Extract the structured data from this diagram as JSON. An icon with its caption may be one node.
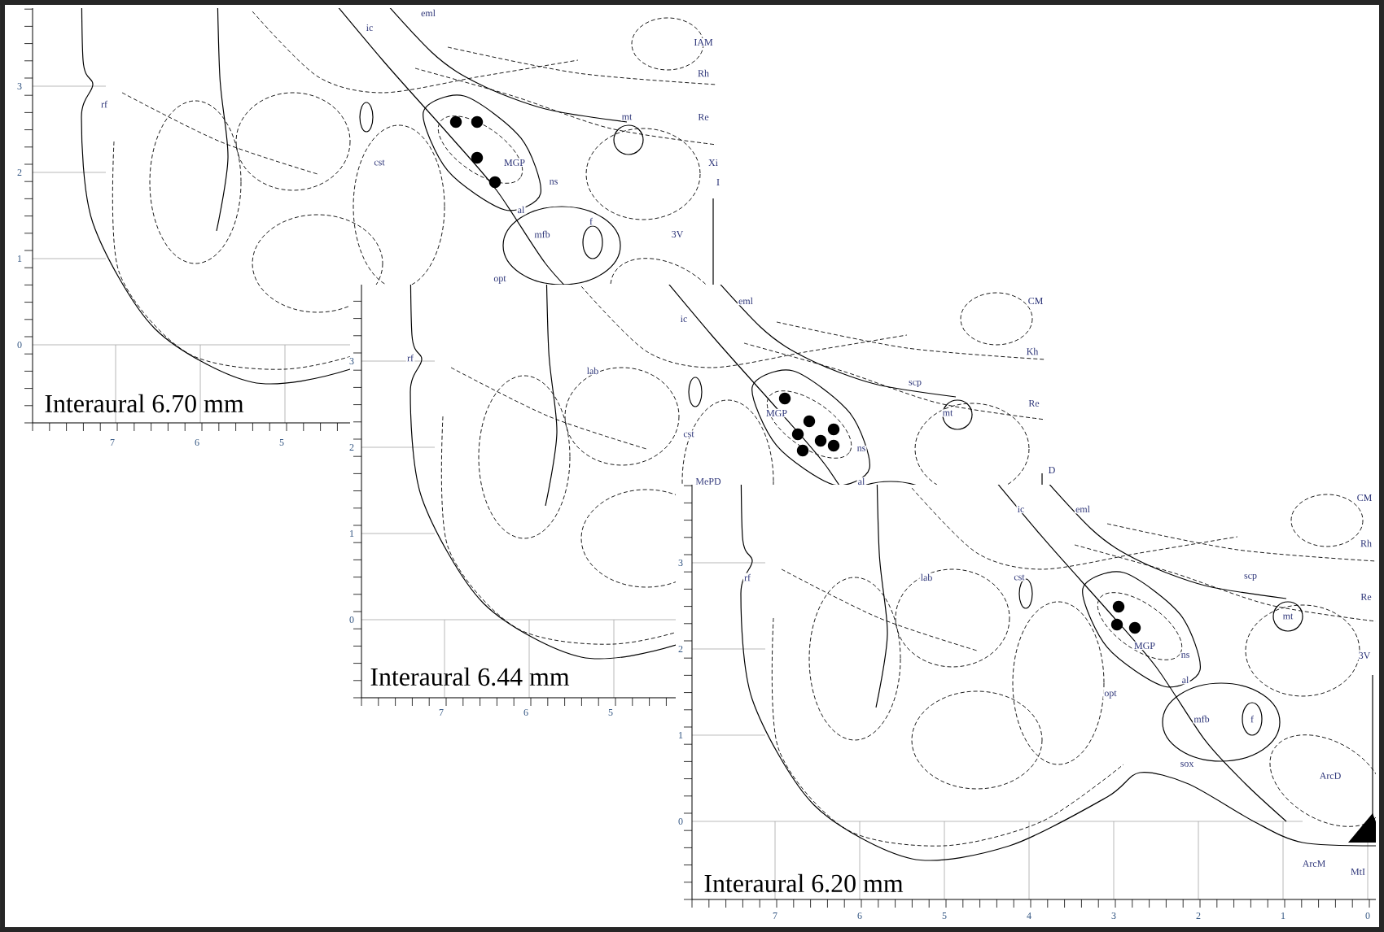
{
  "diagram": {
    "nodes": [
      {
        "text": [
          "Interaural 6.70 mm"
        ]
      },
      {
        "text": [
          "Interaural 6.44 mm"
        ]
      },
      {
        "text": [
          "Interaural 6.20 mm"
        ]
      }
    ],
    "labels": [
      "eml",
      "ic",
      "IAM",
      "Rh",
      "rf",
      "mt",
      "Re",
      "cst",
      "MGP",
      "Xi",
      "ns",
      "I",
      "al",
      "f",
      "mfb",
      "3V",
      "opt",
      "3",
      "2",
      "1",
      "0",
      "7",
      "6",
      "5",
      "eml",
      "CM",
      "ic",
      "Kh",
      "rf",
      "lab",
      "scp",
      "Re",
      "MGP",
      "mt",
      "cst",
      "ns",
      "MePD",
      "al",
      "3",
      "2",
      "1",
      "0",
      "7",
      "6",
      "5",
      "D",
      "CM",
      "ic",
      "eml",
      "Rh",
      "rf",
      "lab",
      "cst",
      "scp",
      "Re",
      "mt",
      "MGP",
      "ns",
      "3V",
      "al",
      "opt",
      "mfb",
      "f",
      "sox",
      "ArcD",
      "ArcM",
      "MtI",
      "3",
      "2",
      "1",
      "0",
      "7",
      "6",
      "5",
      "4",
      "3",
      "2",
      "1",
      "0"
    ]
  }
}
